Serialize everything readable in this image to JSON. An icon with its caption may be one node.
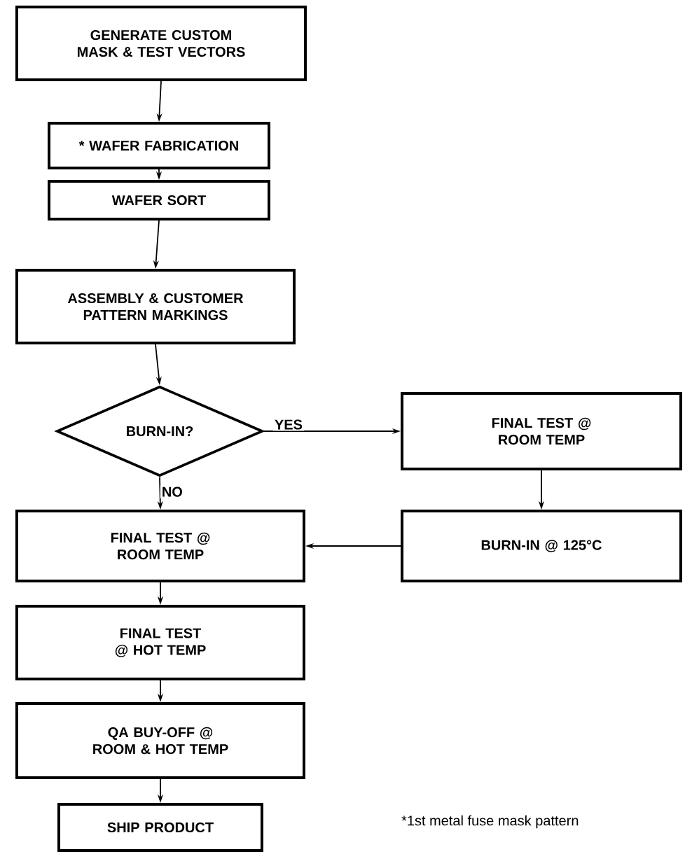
{
  "diagram": {
    "nodes": [
      {
        "text": [
          "GENERATE CUSTOM MASK & TEST VECTORS"
        ]
      },
      {
        "text": [
          "* WAFER FABRICATION"
        ]
      },
      {
        "text": [
          "WAFER SORT"
        ]
      },
      {
        "text": [
          "ASSEMBLY & CUSTOMER PATTERN MARKINGS"
        ]
      },
      {
        "text": [
          "BURN-IN?"
        ]
      },
      {
        "text": [
          "FINAL TEST @ ROOM TEMP"
        ]
      },
      {
        "text": [
          "FINAL TEST @ ROOM TEMP"
        ]
      },
      {
        "text": [
          "BURN-IN @ 125°C"
        ]
      },
      {
        "text": [
          "FINAL TEST @ HOT TEMP"
        ]
      },
      {
        "text": [
          "QA BUY-OFF @ ROOM & HOT TEMP"
        ]
      },
      {
        "text": [
          "SHIP PRODUCT"
        ]
      }
    ],
    "edges": [
      {
        "from": 0,
        "to": 1,
        "arrow": "to"
      },
      {
        "from": 1,
        "to": 2,
        "arrow": "to"
      },
      {
        "from": 2,
        "to": 3,
        "arrow": "to"
      },
      {
        "from": 3,
        "to": 4,
        "arrow": "to"
      },
      {
        "from": 4,
        "to": 5,
        "arrow": "to",
        "label": "YES"
      },
      {
        "from": 4,
        "to": 6,
        "arrow": "to",
        "label": "NO"
      },
      {
        "from": 5,
        "to": 7,
        "arrow": "to"
      },
      {
        "from": 7,
        "to": 6,
        "arrow": "to"
      },
      {
        "from": 6,
        "to": 8,
        "arrow": "to"
      },
      {
        "from": 8,
        "to": 9,
        "arrow": "to"
      },
      {
        "from": 9,
        "to": 10,
        "arrow": "to"
      }
    ],
    "labels": [
      "*1st metal fuse mask pattern"
    ]
  }
}
